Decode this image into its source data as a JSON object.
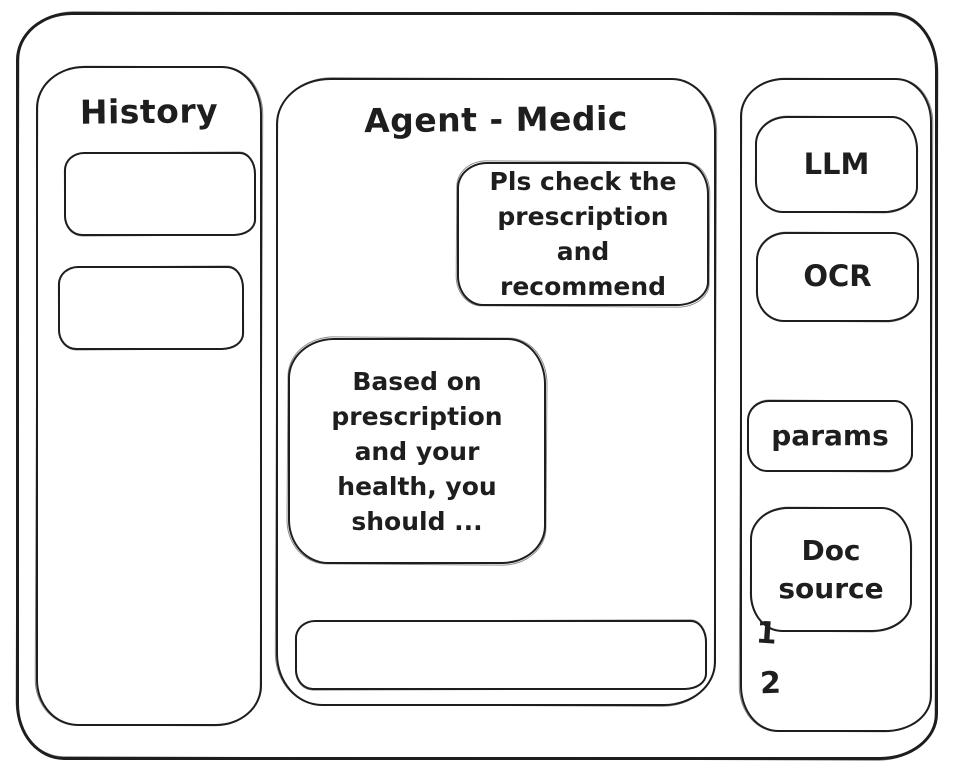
{
  "window": {
    "stroke_color": "#1e1e1e",
    "background_color": "#ffffff"
  },
  "history_panel": {
    "title": "History",
    "items": [
      {
        "label": ""
      },
      {
        "label": ""
      }
    ]
  },
  "chat_panel": {
    "title": "Agent - Medic",
    "messages": [
      {
        "role": "user",
        "text": "Pls check the prescription and recommend"
      },
      {
        "role": "agent",
        "text": "Based on prescription and your health, you should ..."
      }
    ],
    "input": {
      "value": "",
      "placeholder": ""
    }
  },
  "tools_panel": {
    "buttons": [
      {
        "label": "LLM"
      },
      {
        "label": "OCR"
      },
      {
        "label": "params"
      },
      {
        "label": "Doc source"
      }
    ],
    "doc_items": [
      "1",
      "2"
    ]
  }
}
